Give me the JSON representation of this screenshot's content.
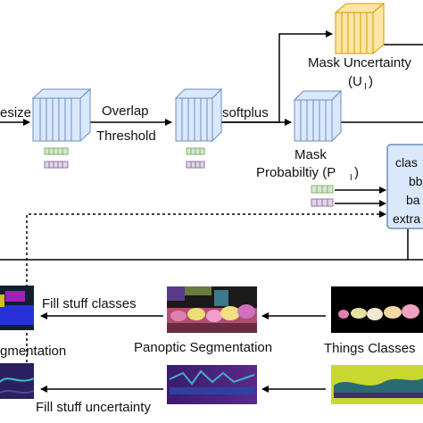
{
  "labels": {
    "resize": "esize",
    "overlap_line1": "Overlap",
    "overlap_line2": "Threshold",
    "softplus": "softplus",
    "mask_uncertainty": "Mask Uncertainty",
    "mask_uncertainty_symbol": "(U",
    "mask_uncertainty_sub": "I",
    "mask_uncertainty_close": ")",
    "mask_probability_line1": "Mask",
    "mask_probability_line2": "Probabiltiy (P",
    "mask_probability_sub": "I",
    "mask_probability_close": ")",
    "extract_box_lines": [
      "clas",
      "bb",
      "ba",
      "extra"
    ],
    "fill_stuff_classes": "Fill stuff classes",
    "fill_stuff_uncertainty": "Fill stuff uncertainty",
    "segmentation_left": "gmentation",
    "panoptic_segmentation": "Panoptic Segmentation",
    "things_classes": "Things Classes"
  },
  "colors": {
    "tensor_blue_face": "#dae8fc",
    "tensor_blue_edge": "#6c8ebf",
    "tensor_orange_face": "#ffe6a6",
    "tensor_orange_edge": "#d79b00",
    "token_green": "#d5e8d4",
    "token_green_edge": "#82b366",
    "token_purple": "#e1d5e7",
    "token_purple_edge": "#9673a6",
    "arrow": "#000000"
  }
}
